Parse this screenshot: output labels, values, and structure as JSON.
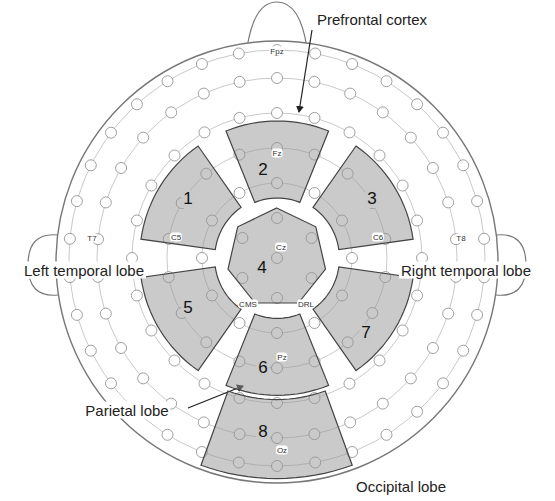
{
  "diagram": {
    "nodes": [
      {
        "text": [
          "1"
        ]
      },
      {
        "text": [
          "2"
        ]
      },
      {
        "text": [
          "3"
        ]
      },
      {
        "text": [
          "4"
        ]
      },
      {
        "text": [
          "5"
        ]
      },
      {
        "text": [
          "6"
        ]
      },
      {
        "text": [
          "7"
        ]
      },
      {
        "text": [
          "8"
        ]
      }
    ],
    "labels": [
      "Prefrontal cortex",
      "Left temporal lobe",
      "Right temporal lobe",
      "Parietal lobe",
      "Occipital lobe",
      "Fpz",
      "Fz",
      "Cz",
      "Pz",
      "Oz",
      "T7",
      "C5",
      "C6",
      "T8",
      "CMS",
      "DRL"
    ]
  }
}
